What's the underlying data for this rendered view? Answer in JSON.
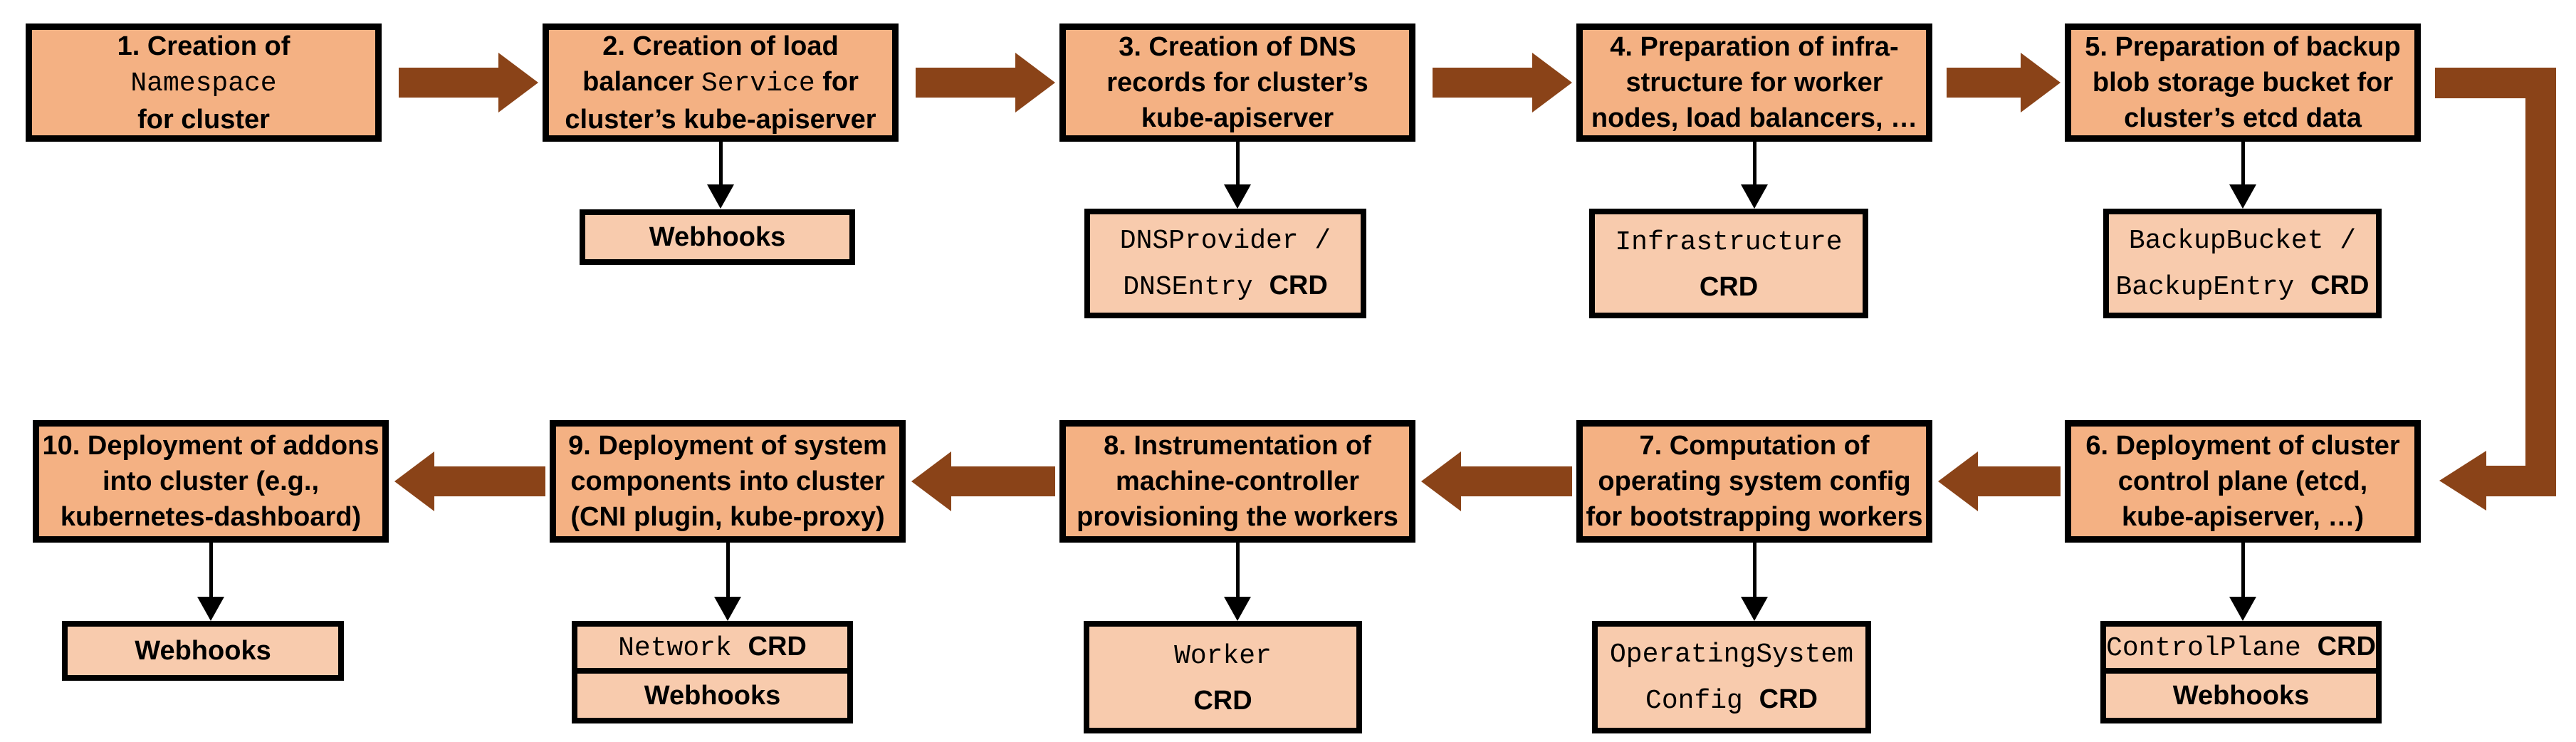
{
  "diagram": {
    "description": "Cluster creation flow",
    "colors": {
      "step_fill": "#F4B183",
      "detail_fill": "#F8CBAD",
      "arrow_brown": "#8A4318",
      "outline": "#000000"
    },
    "steps": [
      {
        "lines": [
          [
            {
              "t": "1. Creation of"
            }
          ],
          [
            {
              "t": "Namespace",
              "m": 1
            }
          ],
          [
            {
              "t": "for cluster"
            }
          ]
        ]
      },
      {
        "lines": [
          [
            {
              "t": "2. Creation of load"
            }
          ],
          [
            {
              "t": "balancer "
            },
            {
              "t": "Service",
              "m": 1
            },
            {
              "t": " for"
            }
          ],
          [
            {
              "t": "cluster’s kube-apiserver"
            }
          ]
        ]
      },
      {
        "lines": [
          [
            {
              "t": "3. Creation of DNS"
            }
          ],
          [
            {
              "t": "records for cluster’s"
            }
          ],
          [
            {
              "t": "kube-apiserver"
            }
          ]
        ]
      },
      {
        "lines": [
          [
            {
              "t": "4. Preparation of infra-"
            }
          ],
          [
            {
              "t": "structure for worker"
            }
          ],
          [
            {
              "t": "nodes, load balancers, …"
            }
          ]
        ]
      },
      {
        "lines": [
          [
            {
              "t": "5. Preparation of backup"
            }
          ],
          [
            {
              "t": "blob storage bucket for"
            }
          ],
          [
            {
              "t": "cluster’s etcd data"
            }
          ]
        ]
      },
      {
        "lines": [
          [
            {
              "t": "6. Deployment of cluster"
            }
          ],
          [
            {
              "t": "control plane (etcd,"
            }
          ],
          [
            {
              "t": "kube-apiserver, …)"
            }
          ]
        ]
      },
      {
        "lines": [
          [
            {
              "t": "7. Computation of"
            }
          ],
          [
            {
              "t": "operating system config"
            }
          ],
          [
            {
              "t": "for bootstrapping workers"
            }
          ]
        ]
      },
      {
        "lines": [
          [
            {
              "t": "8. Instrumentation of"
            }
          ],
          [
            {
              "t": "machine-controller"
            }
          ],
          [
            {
              "t": "provisioning the workers"
            }
          ]
        ]
      },
      {
        "lines": [
          [
            {
              "t": "9. Deployment of system"
            }
          ],
          [
            {
              "t": "components into cluster"
            }
          ],
          [
            {
              "t": "(CNI plugin, kube-proxy)"
            }
          ]
        ]
      },
      {
        "lines": [
          [
            {
              "t": "10. Deployment of addons"
            }
          ],
          [
            {
              "t": "into cluster (e.g.,"
            }
          ],
          [
            {
              "t": "kubernetes-dashboard)"
            }
          ]
        ]
      }
    ],
    "attachments": {
      "webhooks2": {
        "lines": [
          [
            {
              "t": "Webhooks"
            }
          ]
        ]
      },
      "dns_crd": {
        "lines": [
          [
            {
              "t": "DNSProvider /",
              "m": 1
            }
          ],
          [
            {
              "t": "DNSEntry ",
              "m": 1
            },
            {
              "t": "CRD"
            }
          ]
        ]
      },
      "infra_crd": {
        "lines": [
          [
            {
              "t": "Infrastructure",
              "m": 1
            }
          ],
          [
            {
              "t": "CRD"
            }
          ]
        ]
      },
      "backup_crd": {
        "lines": [
          [
            {
              "t": "BackupBucket /",
              "m": 1
            }
          ],
          [
            {
              "t": "BackupEntry ",
              "m": 1
            },
            {
              "t": "CRD"
            }
          ]
        ]
      },
      "controlplane_crd": {
        "lines": [
          [
            {
              "t": "ControlPlane ",
              "m": 1
            },
            {
              "t": "CRD"
            }
          ]
        ]
      },
      "webhooks6": {
        "lines": [
          [
            {
              "t": "Webhooks"
            }
          ]
        ]
      },
      "osc_crd": {
        "lines": [
          [
            {
              "t": "OperatingSystem",
              "m": 1
            }
          ],
          [
            {
              "t": "Config ",
              "m": 1
            },
            {
              "t": "CRD"
            }
          ]
        ]
      },
      "worker_crd": {
        "lines": [
          [
            {
              "t": "Worker",
              "m": 1
            }
          ],
          [
            {
              "t": "CRD"
            }
          ]
        ]
      },
      "network_crd": {
        "lines": [
          [
            {
              "t": "Network ",
              "m": 1
            },
            {
              "t": "CRD"
            }
          ]
        ]
      },
      "webhooks9": {
        "lines": [
          [
            {
              "t": "Webhooks"
            }
          ]
        ]
      },
      "webhooks10": {
        "lines": [
          [
            {
              "t": "Webhooks"
            }
          ]
        ]
      }
    }
  }
}
